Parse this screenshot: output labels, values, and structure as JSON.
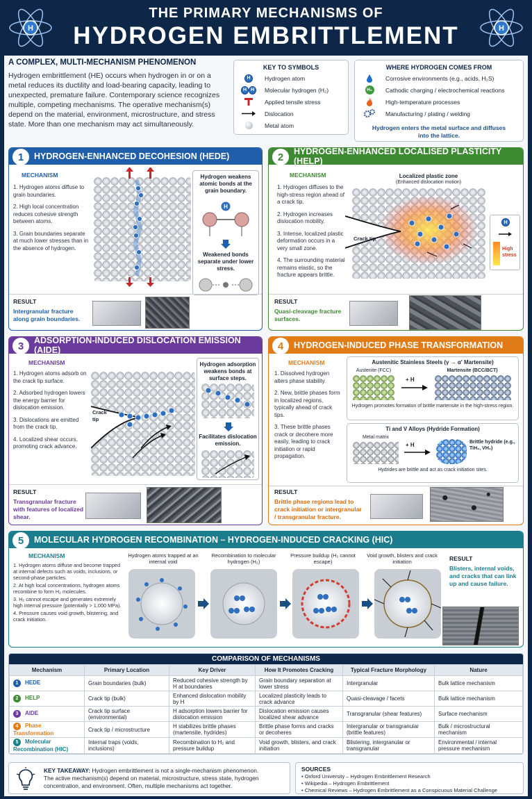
{
  "header": {
    "title_line1": "THE PRIMARY MECHANISMS OF",
    "title_line2": "HYDROGEN EMBRITTLEMENT",
    "atom_symbol": "H"
  },
  "intro": {
    "heading": "A COMPLEX, MULTI-MECHANISM PHENOMENON",
    "text": "Hydrogen embrittlement (HE) occurs when hydrogen in or on a metal reduces its ductility and load-bearing capacity, leading to unexpected, premature failure. Contemporary science recognizes multiple, competing mechanisms. The operative mechanism(s) depend on the material, environment, microstructure, and stress state. More than one mechanism may act simultaneously."
  },
  "key": {
    "title": "KEY TO SYMBOLS",
    "items": [
      {
        "label": "Hydrogen atom",
        "icon": "hydrogen-atom"
      },
      {
        "label": "Molecular hydrogen (H₂)",
        "icon": "hydrogen-molecule"
      },
      {
        "label": "Applied tensile stress",
        "icon": "tensile-stress"
      },
      {
        "label": "Dislocation",
        "icon": "dislocation-arrow"
      },
      {
        "label": "Metal atom",
        "icon": "metal-atom"
      }
    ]
  },
  "sources_box": {
    "title": "WHERE HYDROGEN COMES FROM",
    "items": [
      {
        "label": "Corrosive environments (e.g., acids, H₂S)",
        "icon": "droplet"
      },
      {
        "label": "Cathodic charging / electrochemical reactions",
        "icon": "h2-bubble"
      },
      {
        "label": "High-temperature processes",
        "icon": "flame"
      },
      {
        "label": "Manufacturing / plating / welding",
        "icon": "gears"
      }
    ],
    "note": "Hydrogen enters the metal surface and diffuses into the lattice."
  },
  "s1": {
    "num": "1",
    "title": "HYDROGEN-ENHANCED DECOHESION (HEDE)",
    "color": "#1f5ea8",
    "mech": "MECHANISM",
    "steps": [
      "1. Hydrogen atoms diffuse to grain boundaries.",
      "2. High local concentration reduces cohesive strength between atoms.",
      "3. Grain boundaries separate at much lower stresses than in the absence of hydrogen."
    ],
    "callout_top": "Hydrogen weakens atomic bonds at the grain boundary.",
    "callout_bottom": "Weakened bonds separate under lower stress.",
    "result_label": "RESULT",
    "result": "Intergranular fracture along grain boundaries."
  },
  "s2": {
    "num": "2",
    "title": "HYDROGEN-ENHANCED LOCALISED PLASTICITY (HELP)",
    "color": "#3d8a32",
    "mech": "MECHANISM",
    "steps": [
      "1. Hydrogen diffuses to the high-stress region ahead of a crack tip.",
      "2. Hydrogen increases dislocation mobility.",
      "3. Intense, localized plastic deformation occurs in a very small zone.",
      "4. The surrounding material remains elastic, so the fracture appears brittle."
    ],
    "zone_title": "Localized plastic zone",
    "zone_sub": "(Enhanced dislocation motion)",
    "crack_label": "Crack tip",
    "legend_high": "High stress",
    "result_label": "RESULT",
    "result": "Quasi-cleavage fracture surfaces."
  },
  "s3": {
    "num": "3",
    "title": "ADSORPTION-INDUCED DISLOCATION EMISSION (AIDE)",
    "color": "#6a3a9c",
    "mech": "MECHANISM",
    "steps": [
      "1. Hydrogen atoms adsorb on the crack tip surface.",
      "2. Adsorbed hydrogen lowers the energy barrier for dislocation emission.",
      "3. Dislocations are emitted from the crack tip.",
      "4. Localized shear occurs, promoting crack advance."
    ],
    "crack_label": "Crack tip",
    "callout_top": "Hydrogen adsorption weakens bonds at surface steps.",
    "callout_bottom": "Facilitates dislocation emission.",
    "result_label": "RESULT",
    "result": "Transgranular fracture with features of localized shear."
  },
  "s4": {
    "num": "4",
    "title": "HYDROGEN-INDUCED PHASE TRANSFORMATION",
    "color": "#e07b16",
    "mech": "MECHANISM",
    "steps": [
      "1. Dissolved hydrogen alters phase stability.",
      "2. New, brittle phases form in localized regions, typically ahead of crack tips.",
      "3. These brittle phases crack or decohere more easily, leading to crack initiation or rapid propagation."
    ],
    "panel1_title": "Austenitic Stainless Steels (γ → α' Martensite)",
    "austenite": "Austenite (FCC)",
    "plus_h": "+ H",
    "martensite": "Martensite (BCC/BCT)",
    "panel1_note": "Hydrogen promotes formation of brittle martensite in the high-stress region.",
    "panel2_title": "Ti and V Alloys (Hydride Formation)",
    "matrix": "Metal matrix",
    "hydride": "Brittle hydride (e.g., TiH₂, VH₂)",
    "panel2_note": "Hydrides are brittle and act as crack initiation sites.",
    "result_label": "RESULT",
    "result": "Brittle phase regions lead to crack initiation or intergranular / transgranular fracture."
  },
  "s5": {
    "num": "5",
    "title": "MOLECULAR HYDROGEN RECOMBINATION – HYDROGEN-INDUCED CRACKING (HIC)",
    "color": "#1a7c8c",
    "mech": "MECHANISM",
    "steps": [
      "1. Hydrogen atoms diffuse and become trapped at internal defects such as voids, inclusions, or second-phase particles.",
      "2. At high local concentrations, hydrogen atoms recombine to form H₂ molecules.",
      "3. H₂ cannot escape and generates extremely high internal pressure (potentially > 1,000 MPa).",
      "4. Pressure causes void growth, blistering, and crack initiation."
    ],
    "stages": [
      "Hydrogen atoms trapped at an internal void",
      "Recombination to molecular hydrogen (H₂)",
      "Pressure buildup (H₂ cannot escape)",
      "Void growth, blisters and crack initiation"
    ],
    "result_label": "RESULT",
    "result": "Blisters, internal voids, and cracks that can link up and cause failure."
  },
  "table": {
    "title": "COMPARISON OF MECHANISMS",
    "headers": [
      "Mechanism",
      "Primary Location",
      "Key Driver",
      "How It Promotes Cracking",
      "Typical Fracture Morphology",
      "Nature"
    ],
    "rows": [
      {
        "n": "1",
        "color": "#1f5ea8",
        "cells": [
          "HEDE",
          "Grain boundaries (bulk)",
          "Reduced cohesive strength by H at boundaries",
          "Grain boundary separation at lower stress",
          "Intergranular",
          "Bulk lattice mechanism"
        ]
      },
      {
        "n": "2",
        "color": "#3d8a32",
        "cells": [
          "HELP",
          "Crack tip (bulk)",
          "Enhanced dislocation mobility by H",
          "Localized plasticity leads to crack advance",
          "Quasi-cleavage / facets",
          "Bulk lattice mechanism"
        ]
      },
      {
        "n": "3",
        "color": "#6a3a9c",
        "cells": [
          "AIDE",
          "Crack tip surface (environmental)",
          "H adsorption lowers barrier for dislocation emission",
          "Dislocation emission causes localized shear advance",
          "Transgranular (shear features)",
          "Surface mechanism"
        ]
      },
      {
        "n": "4",
        "color": "#e07b16",
        "cells": [
          "Phase Transformation",
          "Crack tip / microstructure",
          "H stabilizes brittle phases (martensite, hydrides)",
          "Brittle phase forms and cracks or decoheres",
          "Intergranular or transgranular (brittle features)",
          "Bulk / microstructural mechanism"
        ]
      },
      {
        "n": "5",
        "color": "#1a7c8c",
        "cells": [
          "Molecular Recombination (HIC)",
          "Internal traps (voids, inclusions)",
          "Recombination to H₂ and pressure buildup",
          "Void growth, blisters, and crack initiation",
          "Blistering, intergranular or transgranular",
          "Environmental / internal pressure mechanism"
        ]
      }
    ]
  },
  "takeaway": {
    "label": "KEY TAKEAWAY:",
    "text": "Hydrogen embrittlement is not a single-mechanism phenomenon.",
    "text2": "The active mechanism(s) depend on material, microstructure, stress state, hydrogen concentration, and environment. Often, multiple mechanisms act together."
  },
  "sources": {
    "title": "SOURCES",
    "items": [
      "• Oxford University – Hydrogen Embrittlement Research",
      "• Wikipedia – Hydrogen Embrittlement",
      "• Chemical Reviews – Hydrogen Embrittlement as a Conspicuous Material Challenge"
    ]
  }
}
